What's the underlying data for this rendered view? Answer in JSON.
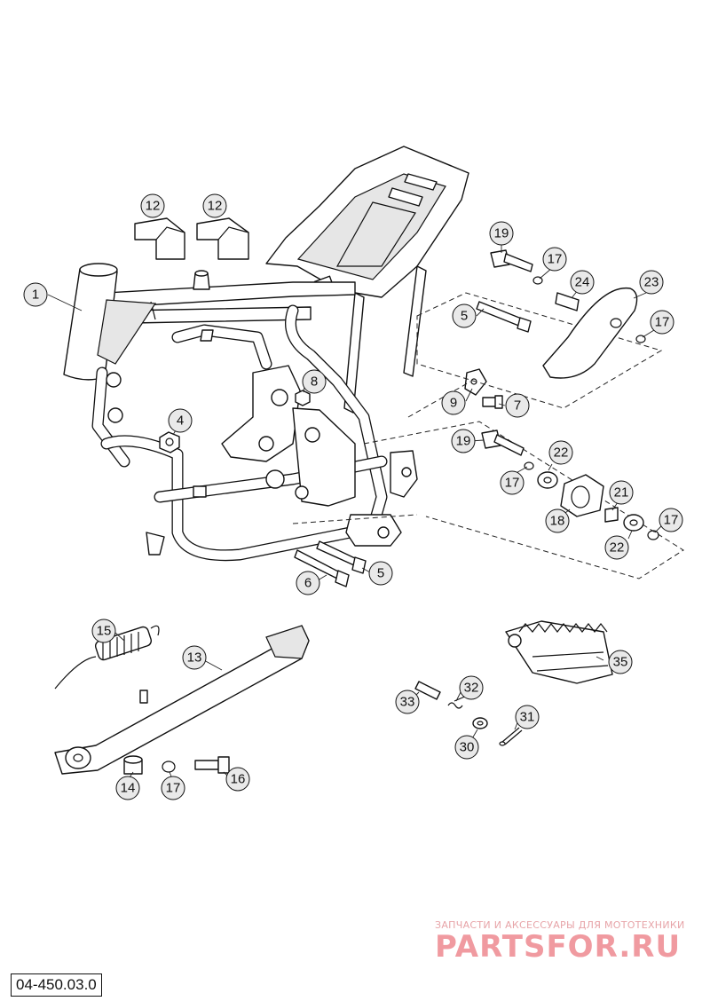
{
  "diagram": {
    "reference": "04-450.03.0",
    "watermark": {
      "tagline": "ЗАПЧАСТИ И АКСЕССУАРЫ ДЛЯ МОТОТЕХНИКИ",
      "brand": "PARTSFOR.RU"
    },
    "callouts": [
      {
        "id": "c1",
        "label": "1"
      },
      {
        "id": "c12a",
        "label": "12"
      },
      {
        "id": "c12b",
        "label": "12"
      },
      {
        "id": "c4",
        "label": "4"
      },
      {
        "id": "c8",
        "label": "8"
      },
      {
        "id": "c9",
        "label": "9"
      },
      {
        "id": "c7",
        "label": "7"
      },
      {
        "id": "c5a",
        "label": "5"
      },
      {
        "id": "c19a",
        "label": "19"
      },
      {
        "id": "c17a",
        "label": "17"
      },
      {
        "id": "c24",
        "label": "24"
      },
      {
        "id": "c23",
        "label": "23"
      },
      {
        "id": "c17b",
        "label": "17"
      },
      {
        "id": "c19b",
        "label": "19"
      },
      {
        "id": "c22a",
        "label": "22"
      },
      {
        "id": "c17c",
        "label": "17"
      },
      {
        "id": "c21",
        "label": "21"
      },
      {
        "id": "c18",
        "label": "18"
      },
      {
        "id": "c22b",
        "label": "22"
      },
      {
        "id": "c17d",
        "label": "17"
      },
      {
        "id": "c6",
        "label": "6"
      },
      {
        "id": "c5b",
        "label": "5"
      },
      {
        "id": "c15",
        "label": "15"
      },
      {
        "id": "c13",
        "label": "13"
      },
      {
        "id": "c14",
        "label": "14"
      },
      {
        "id": "c17e",
        "label": "17"
      },
      {
        "id": "c16",
        "label": "16"
      },
      {
        "id": "c35",
        "label": "35"
      },
      {
        "id": "c32",
        "label": "32"
      },
      {
        "id": "c33",
        "label": "33"
      },
      {
        "id": "c31",
        "label": "31"
      },
      {
        "id": "c30",
        "label": "30"
      }
    ]
  }
}
